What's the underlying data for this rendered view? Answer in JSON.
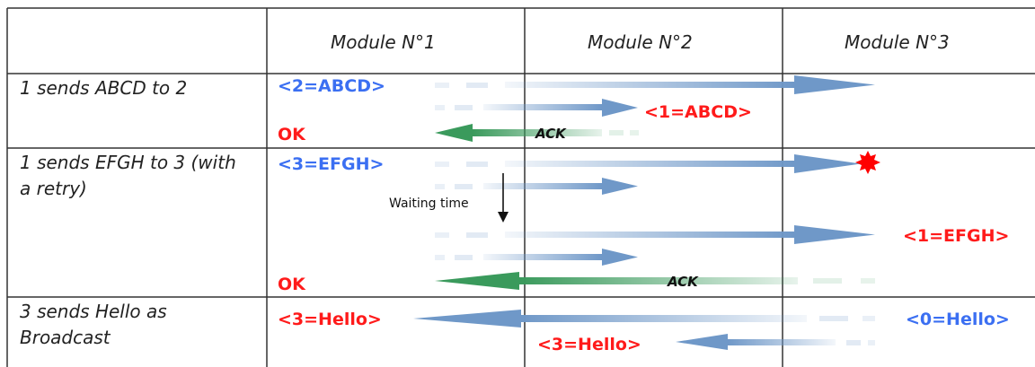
{
  "header": {
    "columns": [
      "Module N°1",
      "Module N°2",
      "Module N°3"
    ]
  },
  "rows": [
    {
      "label": "1 sends ABCD to 2"
    },
    {
      "label": "1 sends EFGH to 3 (with a retry)"
    },
    {
      "label": "3 sends Hello as Broadcast"
    }
  ],
  "messages": {
    "send_abcd": "<2=ABCD>",
    "recv_abcd": "<1=ABCD>",
    "ok_1": "OK",
    "ack_1": "ACK",
    "send_efgh": "<3=EFGH>",
    "waiting_time": "Waiting time",
    "recv_efgh": "<1=EFGH>",
    "ok_2": "OK",
    "ack_2": "ACK",
    "send_hello": "<0=Hello>",
    "recv_hello_1": "<3=Hello>",
    "recv_hello_2": "<3=Hello>"
  },
  "colors": {
    "text_blue": "#3b6ff2",
    "text_red": "#ff1a1a",
    "arrow_blue": "#6f98c8",
    "arrow_green": "#3a9a5c",
    "grid": "#333333",
    "collision_burst": "#ff0000"
  },
  "icons": {
    "collision": "red-star-burst-icon",
    "waiting": "down-arrow-icon"
  }
}
